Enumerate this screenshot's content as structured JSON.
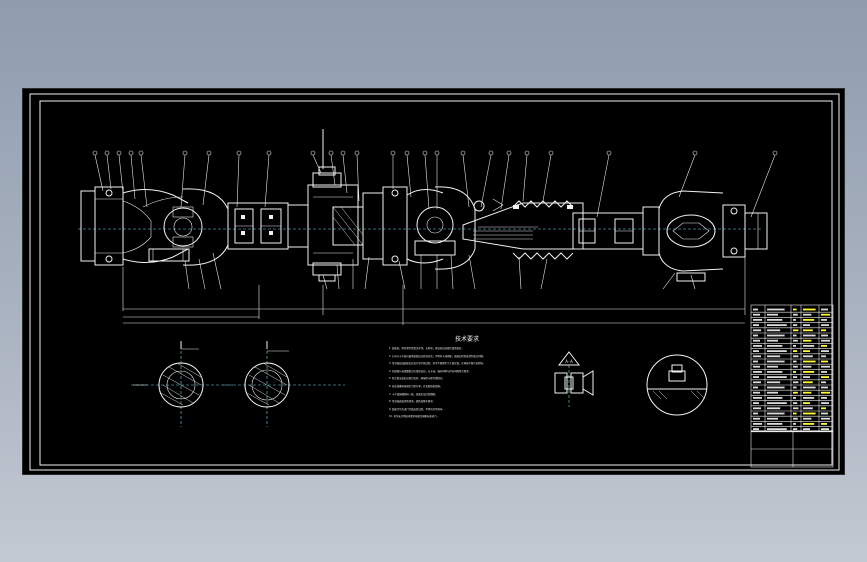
{
  "drawing": {
    "section_title": "技术要求",
    "section_label": "A-A",
    "tech_requirements": [
      "1. 装配前，所有零件需清洗干净，去毛刺，保证各运动部位润滑良好。",
      "2. 万向节十字轴与轴承装配后应转动灵活，不得有卡滞现象，装配后检查各部件配合间隙。",
      "3. 传动轴总成装配后应进行动平衡试验，其不平衡量不大于规定值，在两端平衡片处焊接。",
      "4. 花键轴与花键套配合应滑动自如，无卡滞，轴向间隙与径向间隙符合要求。",
      "5. 防尘套安装后应密封良好，两端用卡箍可靠固定。",
      "6. 各连接螺栓按规定力矩拧紧，并采取防松措施。",
      "7. 十字轴油嘴朝向一致，装配后加注润滑脂。",
      "8. 传动轴表面涂防锈漆，颜色按整车要求。",
      "9. 装配完毕后进行空载运转试验，不得有异常响声。",
      "10. 其余未注明技术要求按相关国家标准执行。"
    ]
  }
}
